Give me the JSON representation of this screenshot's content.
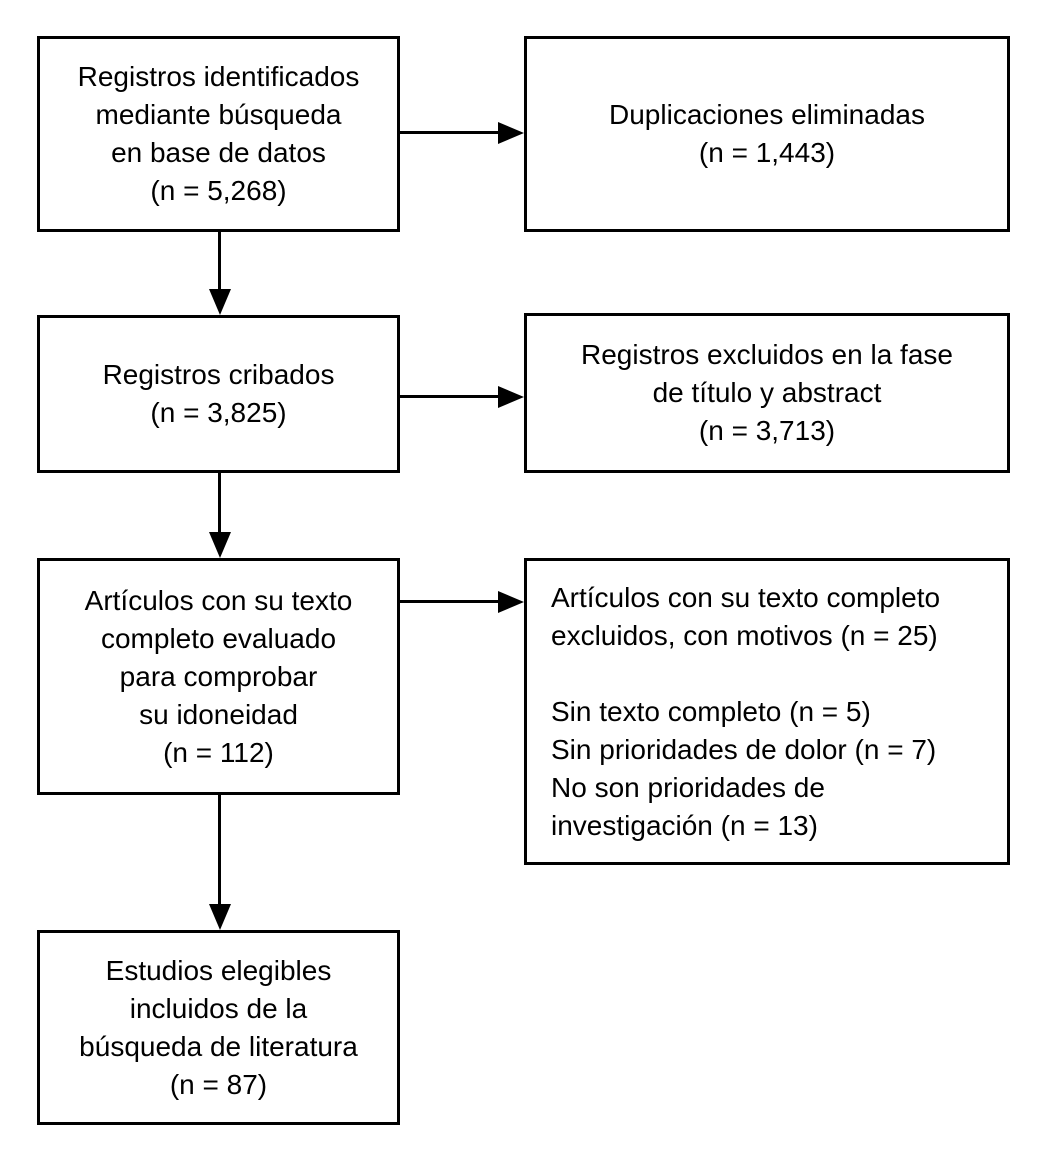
{
  "colors": {
    "background": "#ffffff",
    "box_border": "#000000",
    "text": "#000000"
  },
  "boxes": {
    "identified": {
      "lines": [
        "Registros identificados",
        "mediante búsqueda",
        "en base de datos",
        "(n = 5,268)"
      ],
      "n": "5,268"
    },
    "duplicates_removed": {
      "lines": [
        "Duplicaciones eliminadas",
        "(n = 1,443)"
      ],
      "n": "1,443"
    },
    "screened": {
      "lines": [
        "Registros cribados",
        "(n = 3,825)"
      ],
      "n": "3,825"
    },
    "excluded_title_abstract": {
      "lines": [
        "Registros excluidos en la fase",
        "de título y abstract",
        "(n = 3,713)"
      ],
      "n": "3,713"
    },
    "fulltext_assessed": {
      "lines": [
        "Artículos con su texto",
        "completo evaluado",
        "para comprobar",
        "su idoneidad",
        "(n = 112)"
      ],
      "n": "112"
    },
    "fulltext_excluded": {
      "lines": [
        "Artículos con su texto completo",
        "excluidos, con motivos (n = 25)",
        "",
        "Sin texto completo (n = 5)",
        "Sin prioridades de dolor (n = 7)",
        "No son prioridades de",
        "investigación (n = 13)"
      ],
      "n": "25",
      "reasons": [
        {
          "label": "Sin texto completo",
          "n": "5"
        },
        {
          "label": "Sin prioridades de dolor",
          "n": "7"
        },
        {
          "label": "No son prioridades de investigación",
          "n": "13"
        }
      ]
    },
    "included": {
      "lines": [
        "Estudios elegibles",
        "incluidos de la",
        "búsqueda de literatura",
        "(n = 87)"
      ],
      "n": "87"
    }
  },
  "arrows": [
    {
      "from": "identified",
      "to": "duplicates_removed",
      "direction": "right"
    },
    {
      "from": "identified",
      "to": "screened",
      "direction": "down"
    },
    {
      "from": "screened",
      "to": "excluded_title_abstract",
      "direction": "right"
    },
    {
      "from": "screened",
      "to": "fulltext_assessed",
      "direction": "down"
    },
    {
      "from": "fulltext_assessed",
      "to": "fulltext_excluded",
      "direction": "right"
    },
    {
      "from": "fulltext_assessed",
      "to": "included",
      "direction": "down"
    }
  ]
}
